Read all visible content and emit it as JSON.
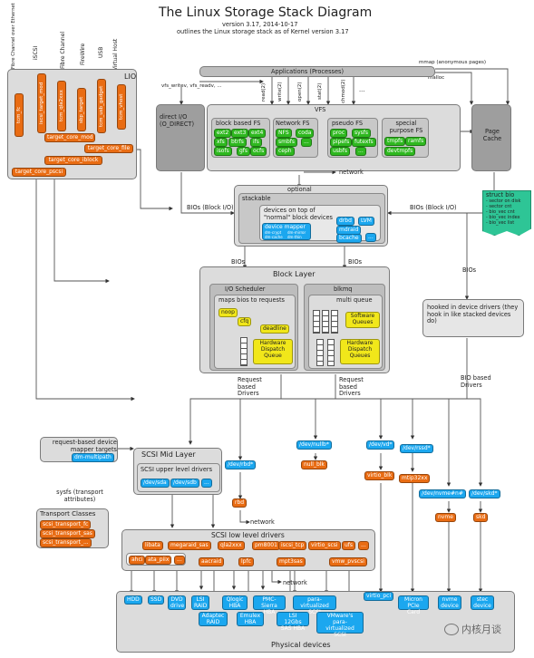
{
  "header": {
    "title": "The Linux Storage Stack Diagram",
    "version": "version 3.17, 2014-10-17",
    "subtitle": "outlines the Linux storage stack as of Kernel version 3.17"
  },
  "top_labels": {
    "fibre_over_ethernet": "Fibre Channel over Ethernet",
    "iscsi": "iSCSI",
    "fibre_channel": "Fibre Channel",
    "firewire": "FireWire",
    "usb": "USB",
    "virtual_host": "Virtual Host",
    "mmap": "mmap (anonymous pages)",
    "malloc": "malloc",
    "applications": "Applications (Processes)",
    "syscalls": [
      "vfs_writev, vfs_readv, ...",
      "read(2)",
      "write(2)",
      "open(2)",
      "stat(2)",
      "chmod(2)",
      "..."
    ]
  },
  "lio": {
    "title": "LIO",
    "fabric": [
      "tcm_fc",
      "iscsi_target_mod",
      "tcm_qla2xxx",
      "sbp_target",
      "tcm_usb_gadget",
      "tcm_vhost"
    ],
    "core": [
      "target_core_mod",
      "target_core_file",
      "target_core_iblock",
      "target_core_pscsi"
    ]
  },
  "direct_io": {
    "label": "direct I/O (O_DIRECT)"
  },
  "vfs": {
    "title": "VFS",
    "block_fs": {
      "title": "block based FS",
      "items": [
        "ext2",
        "ext3",
        "ext4",
        "xfs",
        "btrfs",
        "ifs",
        "isofs",
        "gfs",
        "ocfs",
        "..."
      ]
    },
    "network_fs": {
      "title": "Network FS",
      "items": [
        "NFS",
        "coda",
        "smbfs",
        "...",
        "ceph"
      ]
    },
    "pseudo_fs": {
      "title": "pseudo FS",
      "items": [
        "proc",
        "sysfs",
        "pipefs",
        "futexfs",
        "usbfs",
        "..."
      ]
    },
    "special_fs": {
      "title": "special purpose FS",
      "items": [
        "tmpfs",
        "ramfs",
        "devtmpfs"
      ]
    }
  },
  "page_cache": "Page Cache",
  "network": "network",
  "struct_bio": {
    "title": "struct bio",
    "items": [
      "- sector on disk",
      "- sector cnt",
      "- bio_vec cnt",
      "- bio_vec index",
      "- bio_vec list"
    ]
  },
  "optional": {
    "title": "optional",
    "stackable": "stackable",
    "devices_label": "devices on top of \"normal\" block devices",
    "items": [
      "drbd",
      "LVM",
      "device mapper",
      "mdraid",
      "bcache",
      "..."
    ],
    "dm_targets": [
      "dm-crypt",
      "dm-mirror",
      "dm-cache",
      "dm-thin",
      "dm-raid",
      "dm-delay"
    ]
  },
  "bios_labels": [
    "BIOs (Block I/O)",
    "BIOs (Block I/O)",
    "BIOs",
    "BIOs",
    "BIOs"
  ],
  "block_layer": {
    "title": "Block Layer",
    "scheduler": {
      "title": "I/O Scheduler",
      "subtitle": "maps bios to requests",
      "items": [
        "noop",
        "cfq",
        "deadline"
      ],
      "dispatch": "Hardware Dispatch Queue"
    },
    "blkmq": {
      "title": "blkmq",
      "subtitle": "multi queue",
      "software": "Software Queues",
      "dispatch": "Hardware Dispatch Queues"
    }
  },
  "hooked": "hooked in device drivers (they hook in like stacked devices do)",
  "request_drivers": [
    "Request based Drivers",
    "Request based Drivers",
    "BIO based Drivers"
  ],
  "mid": {
    "dm_targets_label": "request-based device mapper targets",
    "dm_multipath": "dm-multipath",
    "title": "SCSI Mid Layer",
    "upper": "SCSI upper level drivers",
    "upper_items": [
      "/dev/sda",
      "/dev/sdb",
      "..."
    ],
    "transport_label": "sysfs (transport attributes)",
    "transport_title": "Transport Classes",
    "transport_items": [
      "scsi_transport_fc",
      "scsi_transport_sas",
      "scsi_transport_..."
    ]
  },
  "drivers": {
    "nullb": "/dev/nullb*",
    "null_blk": "null_blk",
    "vd": "/dev/vd*",
    "virtio_blk": "virtio_blk",
    "rssd": "/dev/rssd*",
    "mtip32xx": "mtip32xx",
    "nvme": "/dev/nvme#n#",
    "nvme_drv": "nvme",
    "skd_dev": "/dev/skd*",
    "skd": "skd",
    "rbd_dev": "/dev/rbd*",
    "rbd": "rbd",
    "network": "network"
  },
  "low": {
    "title": "SCSI low level drivers",
    "items": [
      "libata",
      "megaraid_sas",
      "qla2xxx",
      "pm8001",
      "iscsi_tcp",
      "virtio_scsi",
      "ufs",
      "...",
      "ahci",
      "ata_piix",
      "...",
      "aacraid",
      "lpfc",
      "mpt3sas",
      "vmw_pvscsi"
    ],
    "network": "network"
  },
  "physical": {
    "title": "Physical devices",
    "items": [
      "HDD",
      "SSD",
      "DVD drive",
      "LSI RAID",
      "Qlogic HBA",
      "PMC-Sierra HBA",
      "Adaptec RAID",
      "Emulex HBA",
      "LSI 12Gbs SAS HBA",
      "para-virtualized SCSI",
      "VMware's para-virtualized SCSI",
      "virtio_pci",
      "Micron PCIe Card",
      "nvme device",
      "stec device"
    ]
  },
  "watermark": "内核月谈"
}
